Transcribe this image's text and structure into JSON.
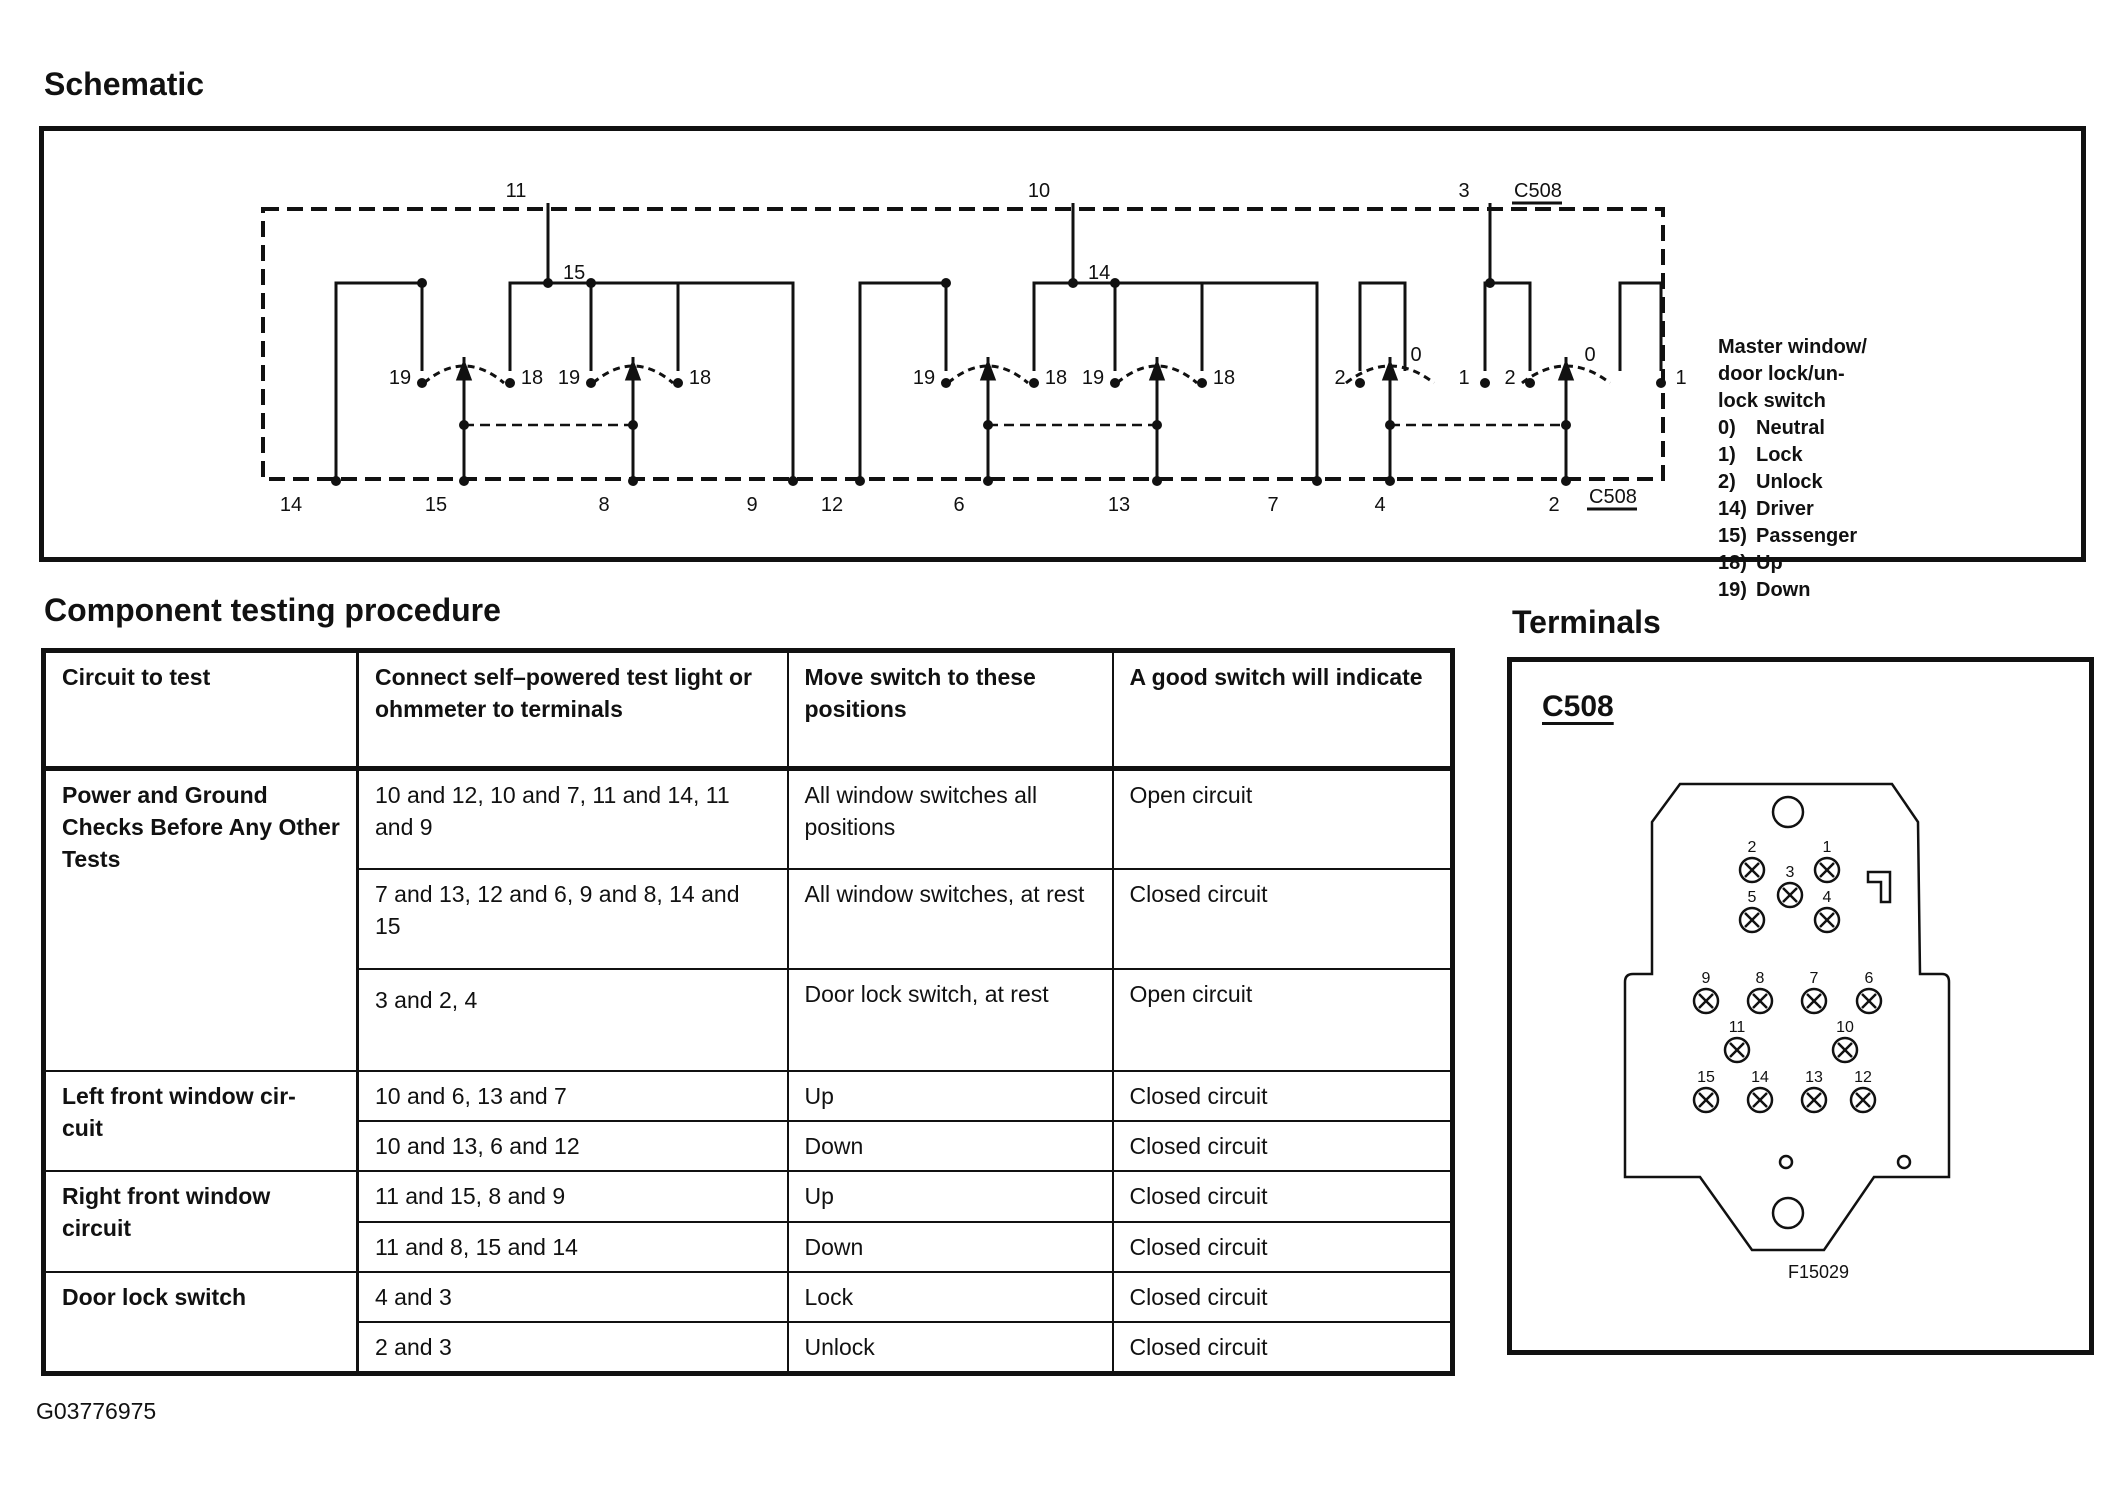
{
  "schematic": {
    "title": "Schematic",
    "connector": "C508",
    "legend_title": [
      "Master window/",
      "door lock/un-",
      "lock switch"
    ],
    "legend": [
      {
        "code": "0)",
        "label": "Neutral"
      },
      {
        "code": "1)",
        "label": "Lock"
      },
      {
        "code": "2)",
        "label": "Unlock"
      },
      {
        "code": "14)",
        "label": "Driver"
      },
      {
        "code": "15)",
        "label": "Passenger"
      },
      {
        "code": "18)",
        "label": "Up"
      },
      {
        "code": "19)",
        "label": "Down"
      }
    ],
    "top_pins": [
      "11",
      "10",
      "3"
    ],
    "bottom_pins": [
      "14",
      "15",
      "8",
      "9",
      "12",
      "6",
      "13",
      "7",
      "4",
      "2"
    ],
    "circuit_labels": [
      "15",
      "14"
    ],
    "switch_positions": [
      "19",
      "18",
      "19",
      "18",
      "19",
      "18",
      "19",
      "18",
      "2",
      "0",
      "1",
      "2",
      "0",
      "1"
    ]
  },
  "procedure": {
    "title": "Component testing procedure",
    "headers": [
      "Circuit to test",
      "Connect self–powered test light or ohmmeter to terminals",
      "Move switch to these positions",
      "A good switch will indicate"
    ],
    "groups": [
      {
        "circuit": "Power and Ground Checks Before Any Other Tests",
        "rows": [
          {
            "terminals": "10 and 12, 10 and 7, 11 and 14, 11 and 9",
            "positions": "All window switches all positions",
            "result": "Open circuit"
          },
          {
            "terminals": "7 and 13, 12 and 6, 9 and 8, 14 and 15",
            "positions": "All window switches, at rest",
            "result": "Closed circuit"
          },
          {
            "terminals": "3 and 2, 4",
            "positions": "Door lock switch, at rest",
            "result": "Open circuit"
          }
        ]
      },
      {
        "circuit": "Left front window cir- cuit",
        "rows": [
          {
            "terminals": "10 and 6, 13 and 7",
            "positions": "Up",
            "result": "Closed circuit"
          },
          {
            "terminals": "10 and 13, 6 and 12",
            "positions": "Down",
            "result": "Closed circuit"
          }
        ]
      },
      {
        "circuit": "Right front window circuit",
        "rows": [
          {
            "terminals": "11 and 15, 8 and 9",
            "positions": "Up",
            "result": "Closed circuit"
          },
          {
            "terminals": "11 and 8, 15 and 14",
            "positions": "Down",
            "result": "Closed circuit"
          }
        ]
      },
      {
        "circuit": "Door lock switch",
        "rows": [
          {
            "terminals": "4 and 3",
            "positions": "Lock",
            "result": "Closed circuit"
          },
          {
            "terminals": "2 and 3",
            "positions": "Unlock",
            "result": "Closed circuit"
          }
        ]
      }
    ]
  },
  "terminals": {
    "title": "Terminals",
    "connector": "C508",
    "figure_code": "F15029",
    "pins": [
      "1",
      "2",
      "3",
      "4",
      "5",
      "6",
      "7",
      "8",
      "9",
      "10",
      "11",
      "12",
      "13",
      "14",
      "15"
    ]
  },
  "document_id": "G03776975"
}
